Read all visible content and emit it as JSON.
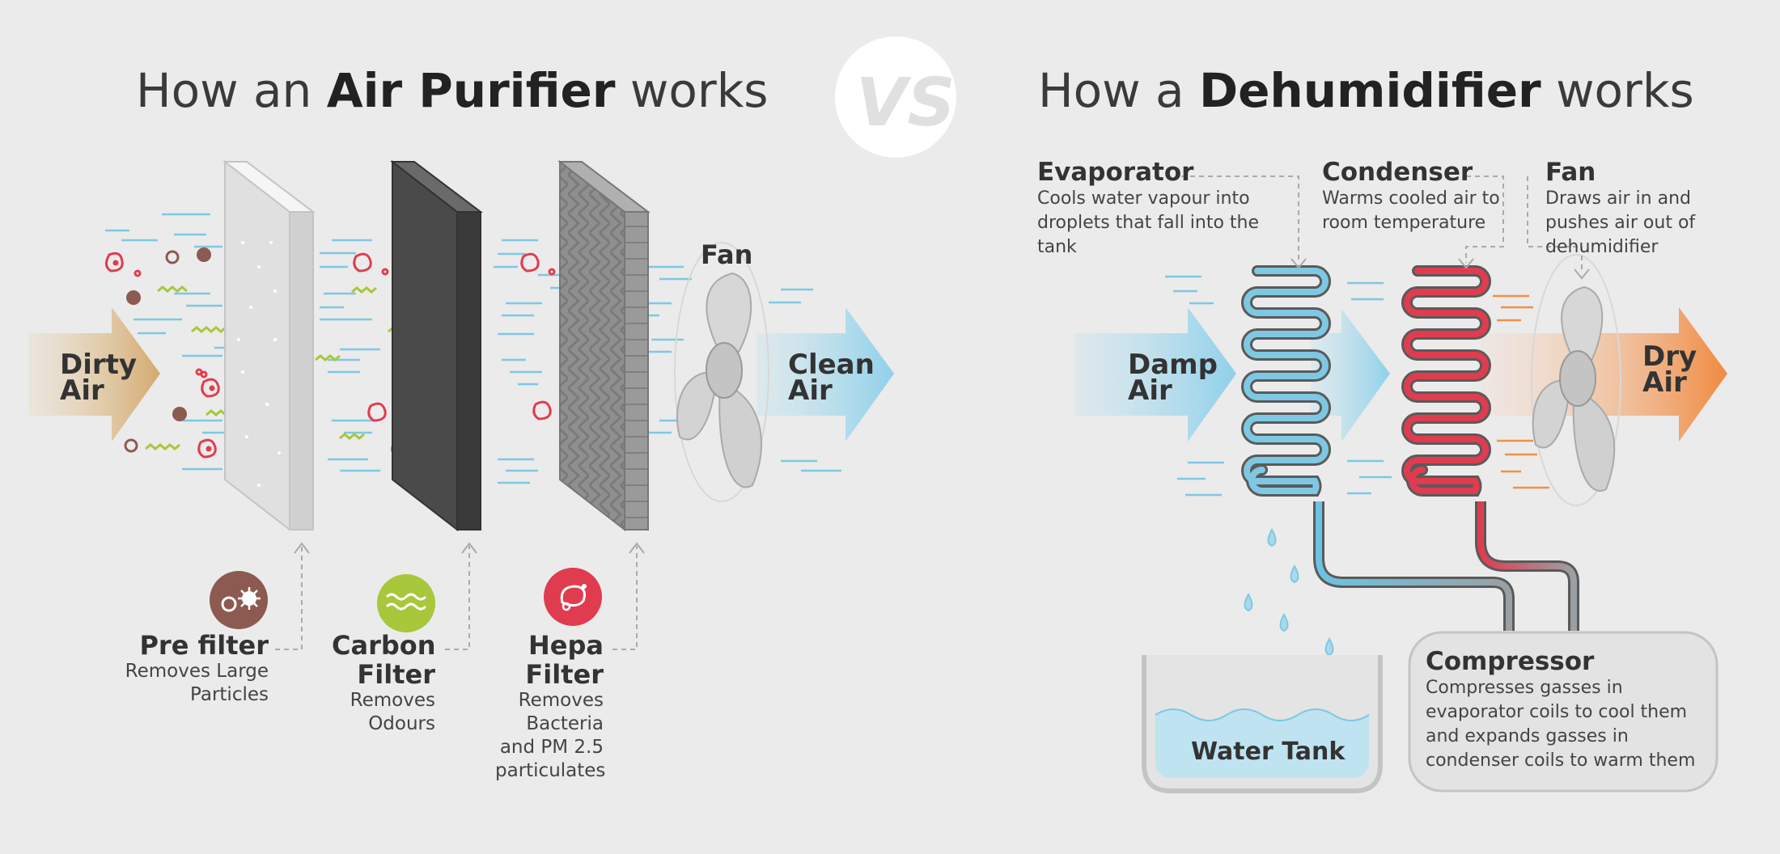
{
  "left": {
    "title_pre": "How an ",
    "title_bold": "Air Purifier",
    "title_post": " works",
    "dirty_air": "Dirty Air",
    "clean_air": "Clean Air",
    "fan": "Fan",
    "filters": [
      {
        "name": "Pre filter",
        "desc": "Removes Large Particles",
        "icon": "pre-filter-icon",
        "color": "#8c5a50"
      },
      {
        "name": "Carbon Filter",
        "desc": "Removes Odours",
        "icon": "carbon-filter-icon",
        "color": "#a8c73a"
      },
      {
        "name": "Hepa Filter",
        "desc": "Removes Bacteria and PM 2.5 particulates",
        "icon": "hepa-filter-icon",
        "color": "#e03c4f"
      }
    ]
  },
  "vs": "VS",
  "right": {
    "title_pre": "How a ",
    "title_bold": "Dehumidifier",
    "title_post": " works",
    "damp_air": "Damp Air",
    "dry_air": "Dry Air",
    "components": [
      {
        "name": "Evaporator",
        "desc": "Cools water vapour into droplets that fall into the tank"
      },
      {
        "name": "Condenser",
        "desc": "Warms cooled air to room temperature"
      },
      {
        "name": "Fan",
        "desc": "Draws air in and pushes air out of dehumidifier"
      }
    ],
    "compressor": {
      "name": "Compressor",
      "desc": "Compresses gasses in evaporator coils to cool them and expands gasses in condenser coils to warm them"
    },
    "water_tank": "Water Tank"
  },
  "colors": {
    "blue": "#7ec8e3",
    "red": "#e03c4f",
    "orange": "#f0904a",
    "tan": "#d9b07a",
    "brown": "#8c5a50",
    "green": "#a8c73a",
    "dark": "#333333"
  }
}
